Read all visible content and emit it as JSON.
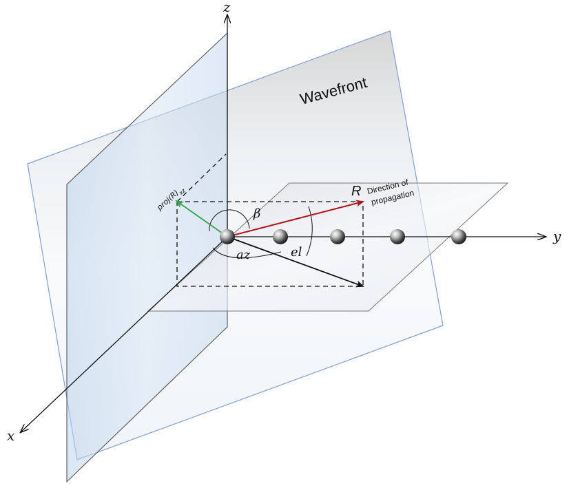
{
  "labels": {
    "z_axis": "z",
    "y_axis": "y",
    "x_axis": "x",
    "wavefront": "Wavefront",
    "direction_line1": "Direction of",
    "direction_line2": "propagation",
    "r_vector": "R",
    "projection": "proj(R)",
    "projection_sub": "xz",
    "beta": "β",
    "azimuth": "az",
    "elevation": "el"
  },
  "elements_on_array": 5,
  "colors": {
    "r_vector": "#b0171c",
    "projection_vector": "#2ea34a",
    "ground_vector": "#111111",
    "wavefront_edge": "#7f9ed6",
    "vertical_plane_edge": "#555555"
  }
}
